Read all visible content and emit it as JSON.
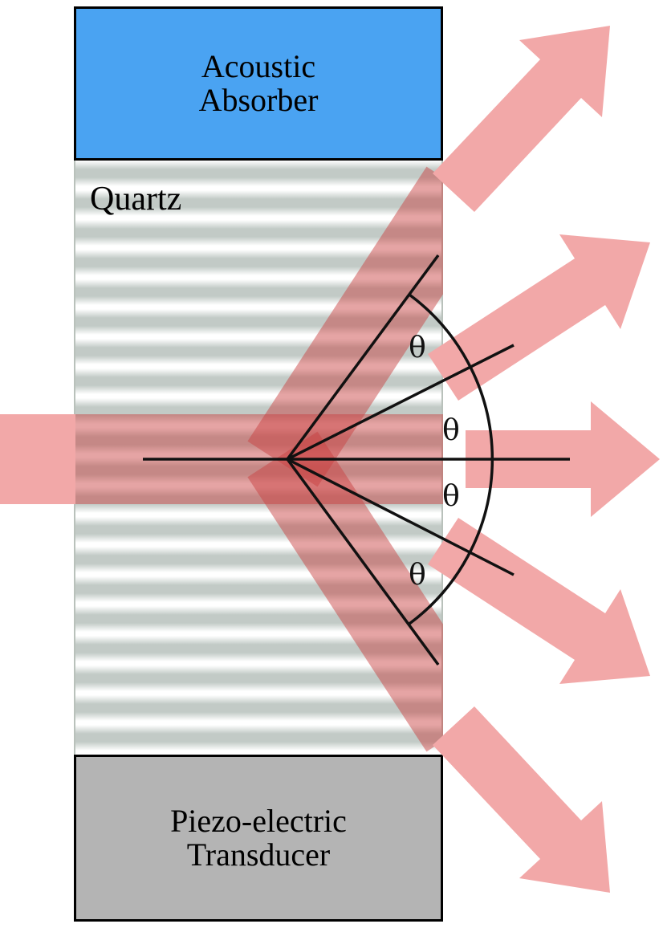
{
  "absorber": {
    "line1": "Acoustic",
    "line2": "Absorber",
    "fill_color": "#4aa3f2"
  },
  "quartz": {
    "label": "Quartz",
    "stripe_color": "#8f9f97"
  },
  "transducer": {
    "line1": "Piezo-electric",
    "line2": "Transducer",
    "fill_color": "#b4b4b4"
  },
  "beam": {
    "color": "#f2a8a8",
    "internal_color": "#c84040"
  },
  "angles": {
    "labels": [
      "θ",
      "θ",
      "θ",
      "θ"
    ]
  }
}
